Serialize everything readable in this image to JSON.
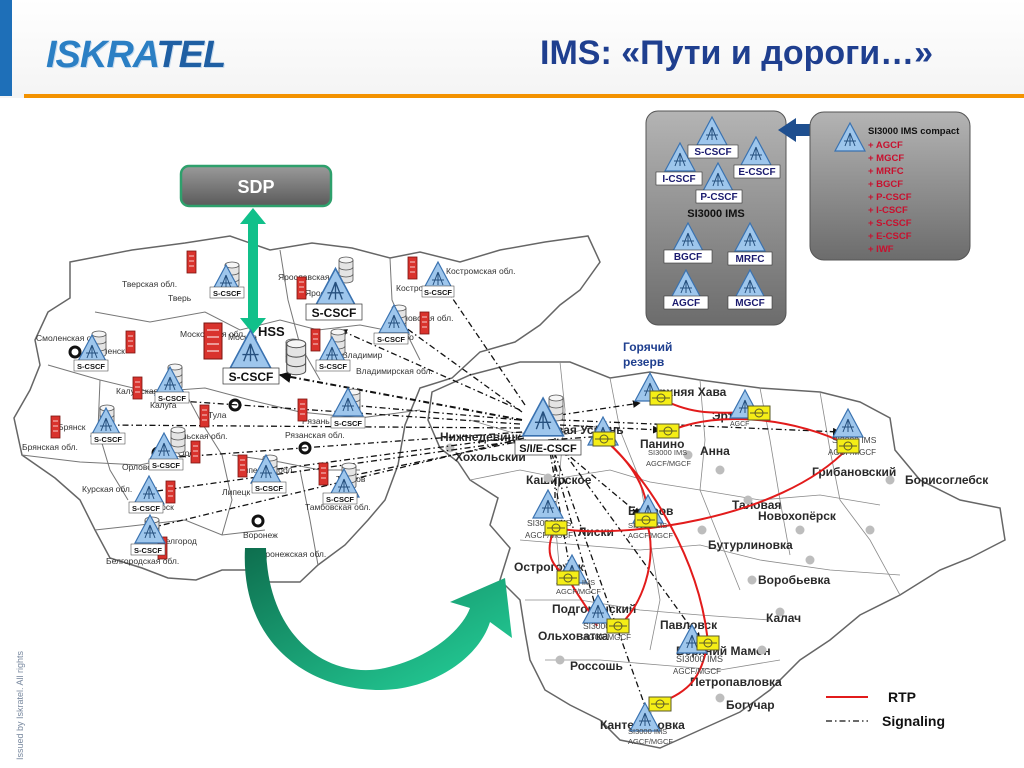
{
  "header": {
    "logo_part1": "ISKRA",
    "logo_part2": "TEL",
    "title": "IMS: «Пути и дороги…»"
  },
  "side_note": "Issued by Iskratel. All rights",
  "sdp_label": "SDP",
  "legend": {
    "rtp": "RTP",
    "signaling": "Signaling",
    "rtp_color": "#e21b1b",
    "signaling_color": "#111111"
  },
  "hot_standby": [
    "Горячий",
    "резерв"
  ],
  "ims_panel": {
    "title": "SI3000 IMS",
    "nodes": {
      "scscf": "S-CSCF",
      "icscf": "I-CSCF",
      "ecscf": "E-CSCF",
      "pcscf": "P-CSCF",
      "bgcf": "BGCF",
      "mrfc": "MRFC",
      "agcf": "AGCF",
      "mgcf": "MGCF"
    }
  },
  "compact_panel": {
    "title": "SI3000 IMS compact",
    "items": [
      "+ AGCF",
      "+ MGCF",
      "+ MRFC",
      "+ BGCF",
      "+ P-CSCF",
      "+ I-CSCF",
      "+ S-CSCF",
      "+ E-CSCF",
      "+ IWF"
    ]
  },
  "central_nodes": {
    "hss": "HSS",
    "scscf_main": "S-CSCF",
    "scscf_second": "S-CSCF",
    "sie_cscf": "S/I/E-CSCF"
  },
  "scscf_small": "S-CSCF",
  "regions": [
    "Тверская обл.",
    "Тверь",
    "Ярославская обл.",
    "Ярославль",
    "Кострома",
    "Костромская обл.",
    "Смоленская обл.",
    "Смоленск",
    "Москва",
    "Московская обл.",
    "Иваново",
    "Ивановская обл.",
    "Владимир",
    "Владимирская обл.",
    "Калужская обл.",
    "Калуга",
    "Тульская обл.",
    "Тула",
    "Рязань",
    "Рязанская обл.",
    "Брянская обл.",
    "Брянск",
    "Орловская обл.",
    "Орёл",
    "Липецкая обл.",
    "Липецк",
    "Тамбов",
    "Тамбовская обл.",
    "Курская обл.",
    "Курск",
    "Белгород",
    "Белгородская обл.",
    "Воронеж",
    "Воронежская обл."
  ],
  "towns": [
    "Верхняя Хава",
    "Эртиль",
    "Новая Усмань",
    "Нижнедевицк",
    "Хохольский",
    "Панино",
    "Анна",
    "Грибановский",
    "Борисоглебск",
    "Каширское",
    "Лиски",
    "Бобров",
    "Таловая",
    "Новохопёрск",
    "Острогожск",
    "Бутурлиновка",
    "Воробьевка",
    "Подгоренский",
    "Ольховатка",
    "Павловск",
    "Калач",
    "Россошь",
    "Верхний Мамон",
    "Петропавловка",
    "Богучар",
    "Кантемировка"
  ],
  "site_label_1": "SI3000 IMS",
  "site_label_2": "AGCF/MGCF",
  "site_label_short": "AGCF"
}
